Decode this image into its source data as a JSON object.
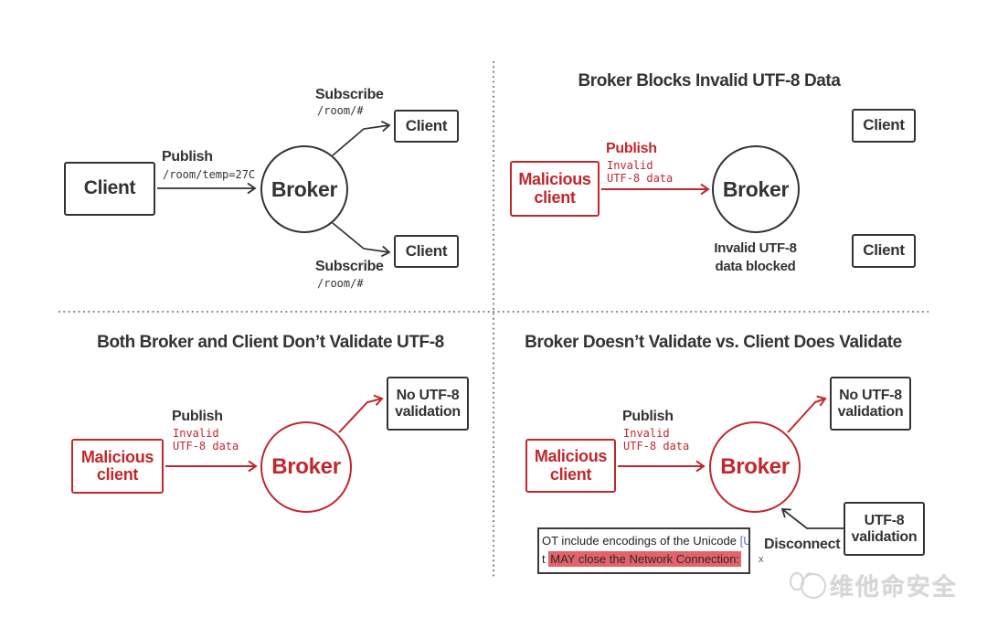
{
  "colors": {
    "red": "#c2272d",
    "ink": "#333333",
    "highlight_bg": "#e5626a",
    "link_blue": "#5f6fc1",
    "watermark_gray": "#d6d6d6"
  },
  "q1": {
    "client_left": "Client",
    "publish_label": "Publish",
    "publish_topic": "/room/temp=27C",
    "broker": "Broker",
    "subscribe_top_label": "Subscribe",
    "subscribe_top_topic": "/room/#",
    "client_top": "Client",
    "subscribe_bottom_label": "Subscribe",
    "subscribe_bottom_topic": "/room/#",
    "client_bottom": "Client"
  },
  "q2": {
    "title": "Broker Blocks Invalid UTF-8 Data",
    "malicious_line1": "Malicious",
    "malicious_line2": "client",
    "publish_label": "Publish",
    "payload_line1": "Invalid",
    "payload_line2": "UTF-8 data",
    "broker": "Broker",
    "blocked_line1": "Invalid UTF-8",
    "blocked_line2": "data blocked",
    "client_top": "Client",
    "client_bottom": "Client"
  },
  "q3": {
    "title": "Both Broker and Client Don’t Validate UTF-8",
    "publish_label": "Publish",
    "payload_line1": "Invalid",
    "payload_line2": "UTF-8 data",
    "malicious_line1": "Malicious",
    "malicious_line2": "client",
    "broker": "Broker",
    "no_validation_line1": "No UTF-8",
    "no_validation_line2": "validation"
  },
  "q4": {
    "title": "Broker Doesn’t Validate vs. Client Does Validate",
    "publish_label": "Publish",
    "payload_line1": "Invalid",
    "payload_line2": "UTF-8 data",
    "malicious_line1": "Malicious",
    "malicious_line2": "client",
    "broker": "Broker",
    "no_validation_line1": "No UTF-8",
    "no_validation_line2": "validation",
    "validation_line1": "UTF-8",
    "validation_line2": "validation",
    "disconnect_label": "Disconnect",
    "disconnect_sub": "x",
    "snippet": {
      "line1_text": "OT include encodings of the Unicode ",
      "line1_link": "[U",
      "line2_prefix": "t ",
      "line2_highlight": "MAY close the Network Connection:"
    }
  },
  "watermark": {
    "text": "维他命安全"
  }
}
